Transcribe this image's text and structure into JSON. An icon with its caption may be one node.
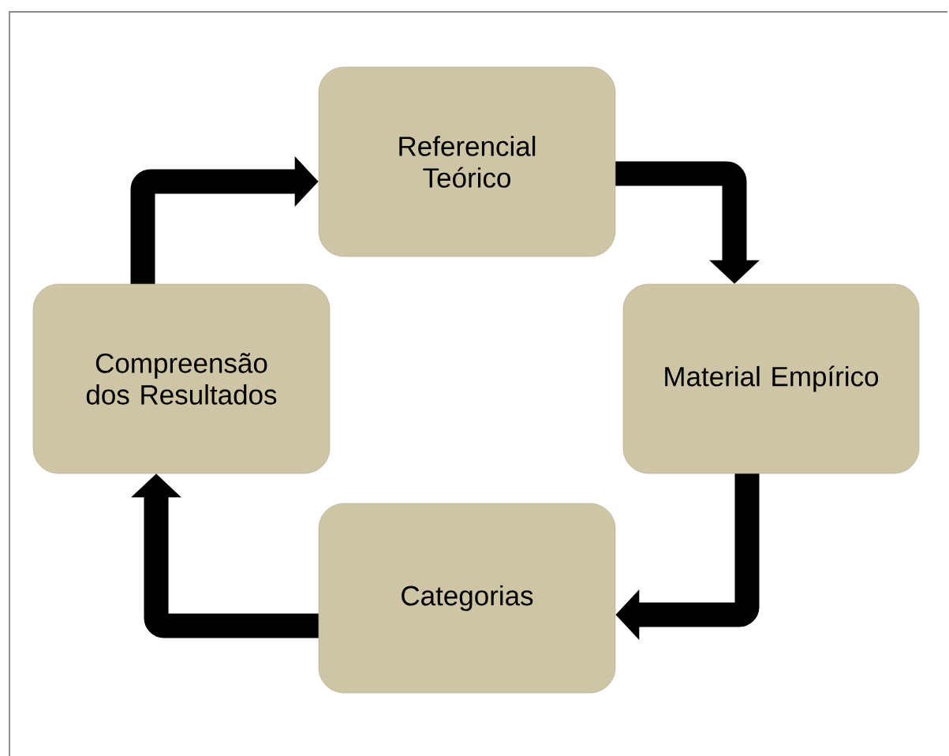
{
  "diagram": {
    "nodes": [
      {
        "text": [
          "Referencial Teórico"
        ]
      },
      {
        "text": [
          "Material Empírico"
        ]
      },
      {
        "text": [
          "Categorias"
        ]
      },
      {
        "text": [
          "Compreensão dos Resultados"
        ]
      }
    ],
    "edges": [
      {
        "from": 0,
        "to": 1,
        "arrow": "to"
      },
      {
        "from": 1,
        "to": 2,
        "arrow": "to"
      },
      {
        "from": 2,
        "to": 3,
        "arrow": "to"
      },
      {
        "from": 3,
        "to": 0,
        "arrow": "to"
      }
    ]
  }
}
